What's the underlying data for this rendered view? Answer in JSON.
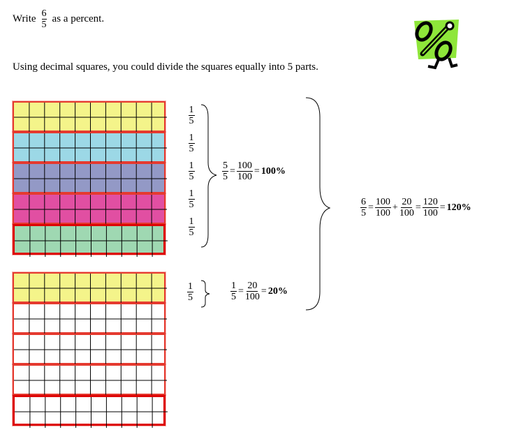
{
  "intro": {
    "write": "Write",
    "num": "6",
    "den": "5",
    "suffix": "as a percent."
  },
  "instruction": "Using decimal squares, you could divide the squares equally into 5 parts.",
  "top_grid": {
    "bands": [
      "#f4f48a",
      "#9cd8e6",
      "#9399c6",
      "#e14fa2",
      "#9fd8b2"
    ]
  },
  "bottom_grid": {
    "bands": [
      "#f4f48a",
      "#ffffff",
      "#ffffff",
      "#ffffff",
      "#ffffff"
    ]
  },
  "fifths": [
    {
      "n": "1",
      "d": "5"
    },
    {
      "n": "1",
      "d": "5"
    },
    {
      "n": "1",
      "d": "5"
    },
    {
      "n": "1",
      "d": "5"
    },
    {
      "n": "1",
      "d": "5"
    }
  ],
  "whole_eq": {
    "a_n": "5",
    "a_d": "5",
    "eq1": "=",
    "b_n": "100",
    "b_d": "100",
    "eq2": "=",
    "result": "100%"
  },
  "single": {
    "n": "1",
    "d": "5"
  },
  "part_eq": {
    "a_n": "1",
    "a_d": "5",
    "eq1": "=",
    "b_n": "20",
    "b_d": "100",
    "eq2": "=",
    "result": "20%"
  },
  "final_eq": {
    "a_n": "6",
    "a_d": "5",
    "eq1": "=",
    "b_n": "100",
    "b_d": "100",
    "plus": "+",
    "c_n": "20",
    "c_d": "100",
    "eq2": "=",
    "d_n": "120",
    "d_d": "100",
    "eq3": "=",
    "result": "120%"
  },
  "icon": "percent-character-clipart"
}
